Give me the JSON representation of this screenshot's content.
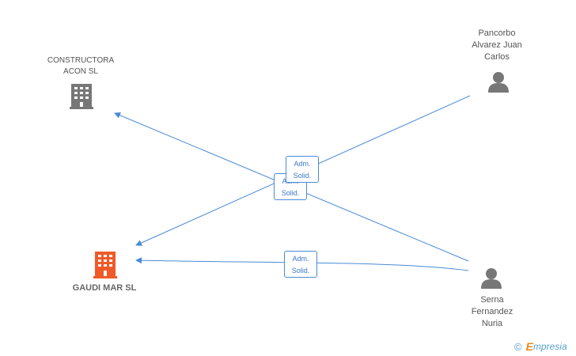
{
  "nodes": {
    "constructora": {
      "label": "CONSTRUCTORA\nACON SL",
      "type": "company"
    },
    "gaudi": {
      "label": "GAUDI MAR SL",
      "type": "company",
      "highlight": true
    },
    "pancorbo": {
      "label": "Pancorbo\nAlvarez Juan\nCarlos",
      "type": "person"
    },
    "serna": {
      "label": "Serna\nFernandez\nNuria",
      "type": "person"
    }
  },
  "edges": [
    {
      "from": "pancorbo",
      "to": "gaudi",
      "role": [
        "Adm.",
        "Solid."
      ]
    },
    {
      "from": "serna",
      "to": "constructora",
      "role": [
        "Adm.",
        "Solid."
      ]
    },
    {
      "from": "serna",
      "to": "gaudi",
      "role": [
        "Adm.",
        "Solid."
      ]
    }
  ],
  "colors": {
    "edge": "#4a8ad8",
    "company_icon": "#777777",
    "focus_icon": "#f05a28",
    "person_icon": "#777777"
  },
  "brand": {
    "copyright": "©",
    "first_letter": "E",
    "rest": "mpresia"
  }
}
